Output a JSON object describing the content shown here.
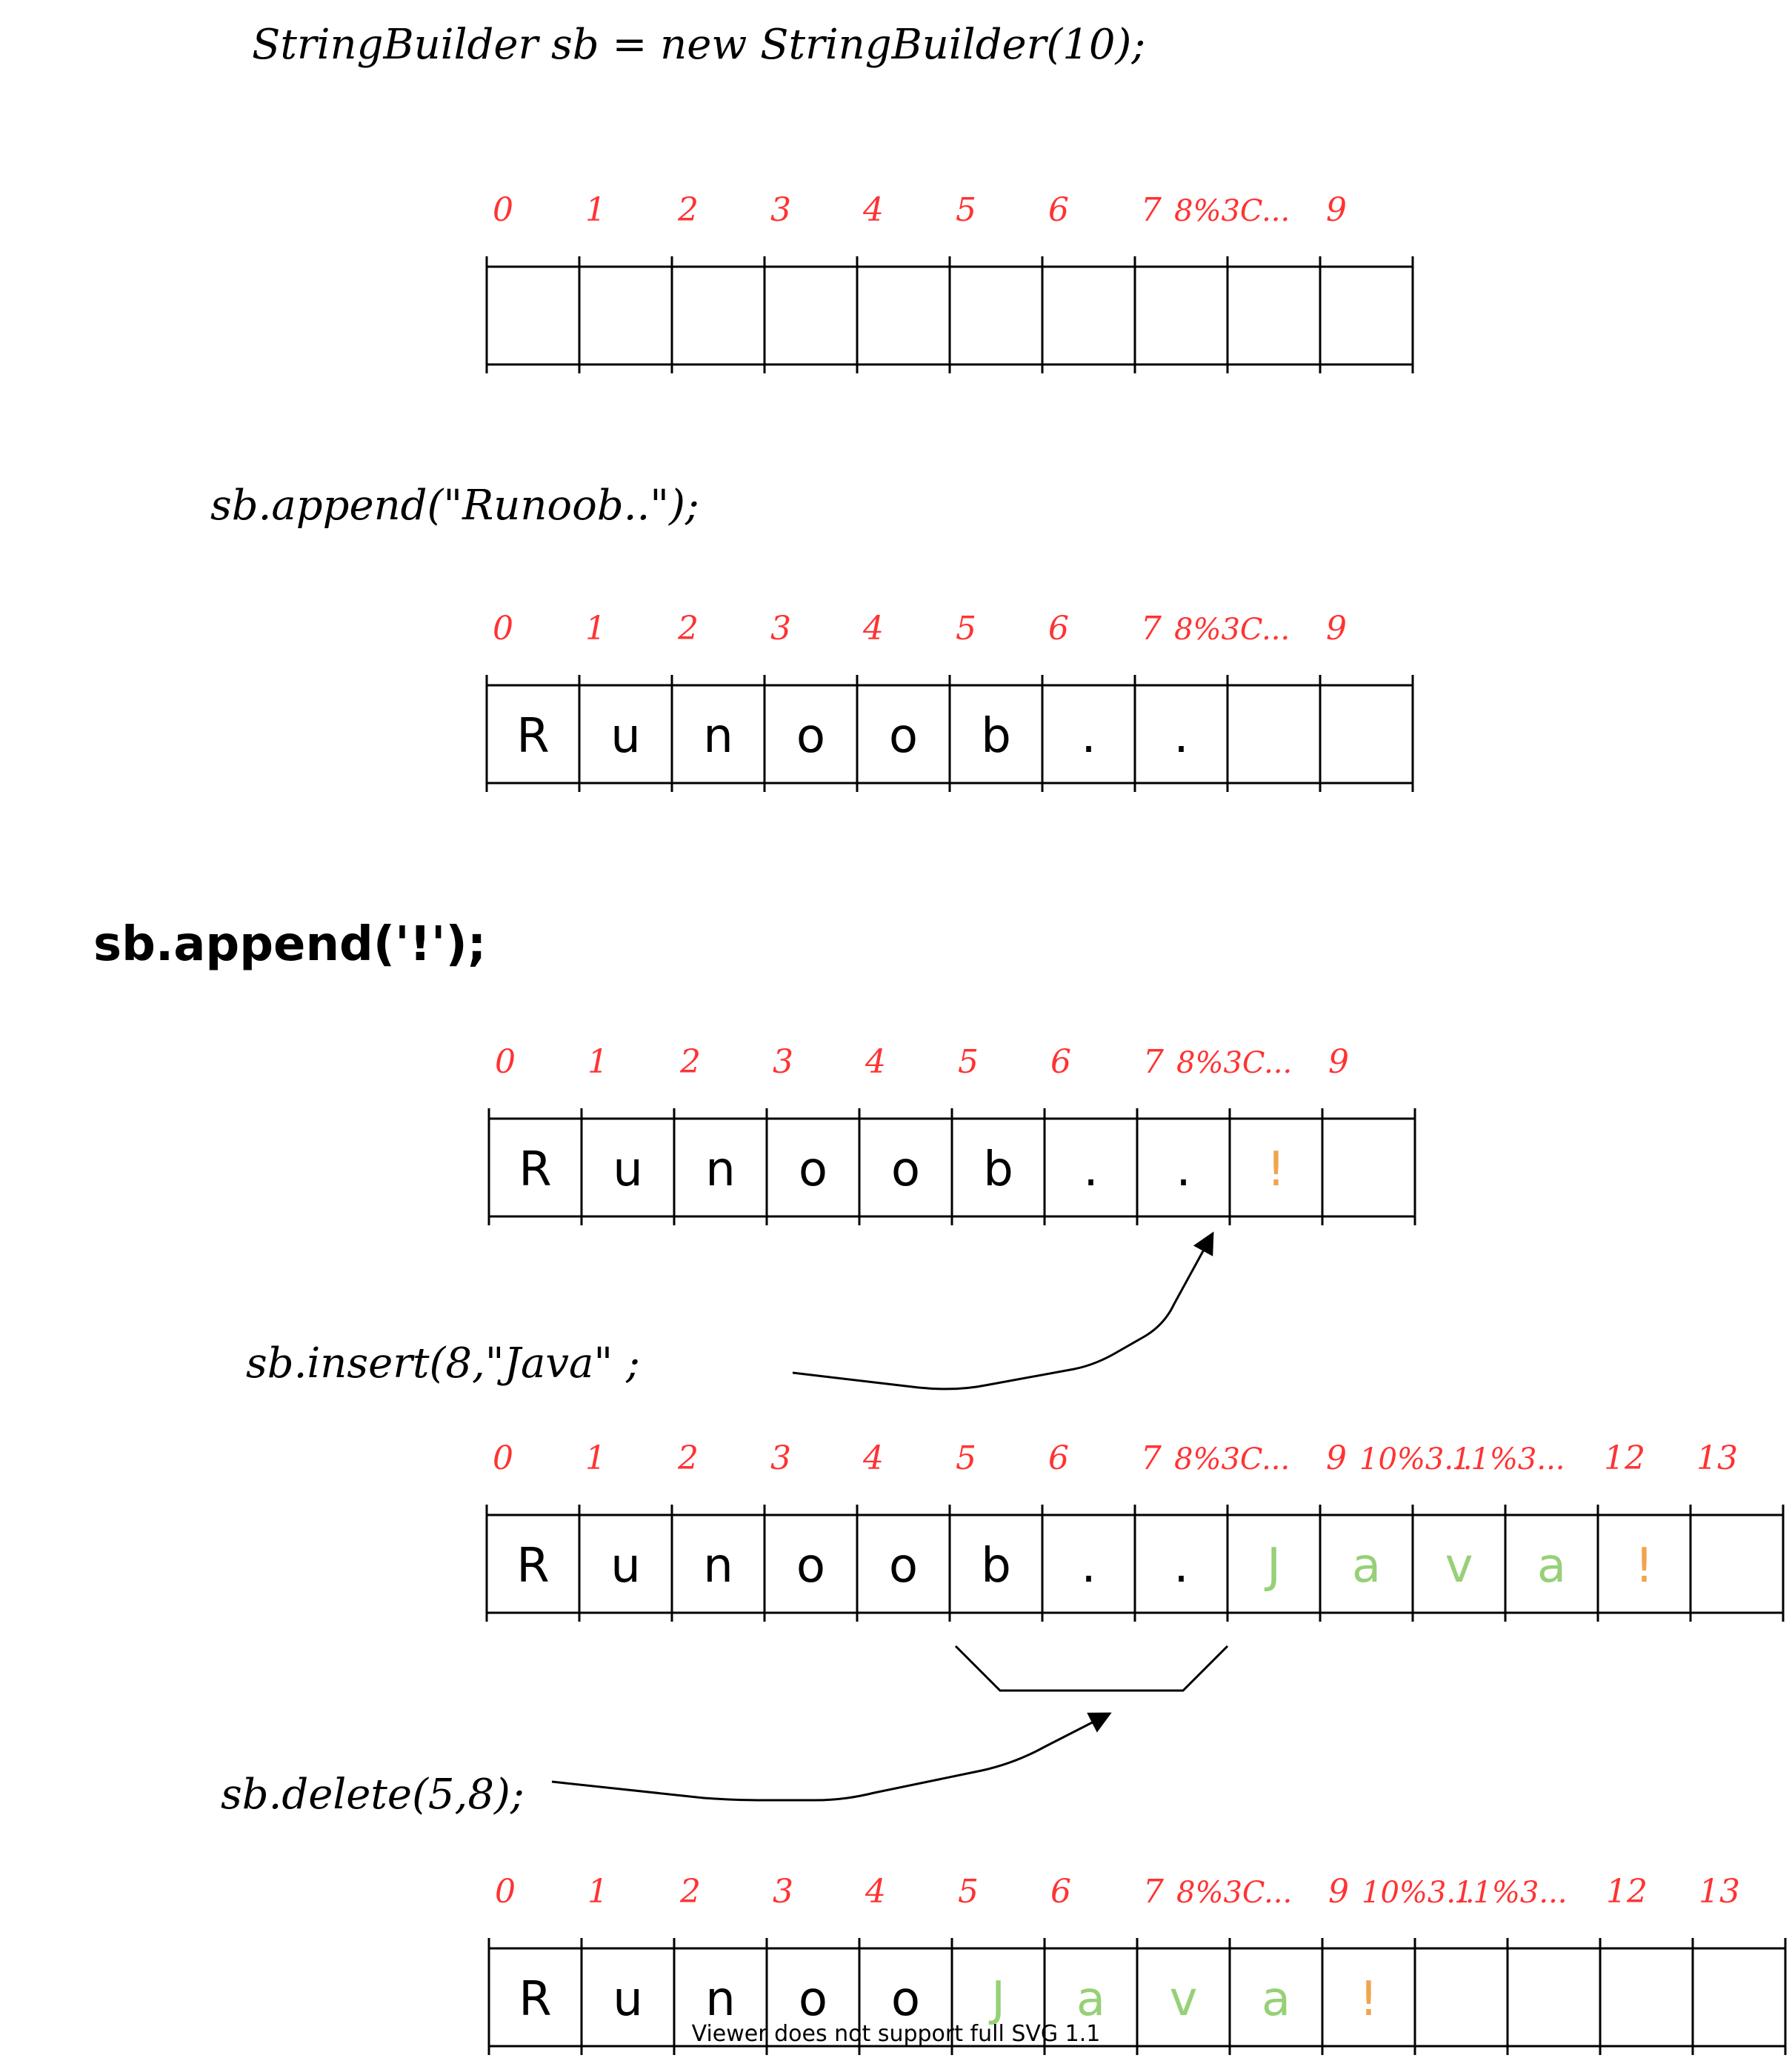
{
  "colors": {
    "index": "#ff3333",
    "line": "#000000",
    "cell_text": "#000000",
    "inserted": "#97d077",
    "exclaim": "#f0a44e"
  },
  "steps": [
    {
      "code": "StringBuilder sb = new StringBuilder(10);",
      "style": "italic",
      "indices": [
        "0",
        "1",
        "2",
        "3",
        "4",
        "5",
        "6",
        "7",
        "8%3C...",
        "9"
      ],
      "cells": [
        "",
        "",
        "",
        "",
        "",
        "",
        "",
        "",
        "",
        ""
      ],
      "cell_colors": [
        "d",
        "d",
        "d",
        "d",
        "d",
        "d",
        "d",
        "d",
        "d",
        "d"
      ]
    },
    {
      "code": "sb.append(\"Runoob..\");",
      "style": "italic",
      "indices": [
        "0",
        "1",
        "2",
        "3",
        "4",
        "5",
        "6",
        "7",
        "8%3C...",
        "9"
      ],
      "cells": [
        "R",
        "u",
        "n",
        "o",
        "o",
        "b",
        ".",
        ".",
        "",
        ""
      ],
      "cell_colors": [
        "d",
        "d",
        "d",
        "d",
        "d",
        "d",
        "d",
        "d",
        "d",
        "d"
      ]
    },
    {
      "code": "sb.append('!');",
      "style": "bold",
      "indices": [
        "0",
        "1",
        "2",
        "3",
        "4",
        "5",
        "6",
        "7",
        "8%3C...",
        "9"
      ],
      "cells": [
        "R",
        "u",
        "n",
        "o",
        "o",
        "b",
        ".",
        ".",
        "!",
        ""
      ],
      "cell_colors": [
        "d",
        "d",
        "d",
        "d",
        "d",
        "d",
        "d",
        "d",
        "e",
        "d"
      ]
    },
    {
      "code": "sb.insert(8,\"Java\" ;",
      "style": "italic",
      "indices": [
        "0",
        "1",
        "2",
        "3",
        "4",
        "5",
        "6",
        "7",
        "8%3C...",
        "9",
        "10%3...",
        "11%3...",
        "12",
        "13"
      ],
      "cells": [
        "R",
        "u",
        "n",
        "o",
        "o",
        "b",
        ".",
        ".",
        "J",
        "a",
        "v",
        "a",
        "!",
        ""
      ],
      "cell_colors": [
        "d",
        "d",
        "d",
        "d",
        "d",
        "d",
        "d",
        "d",
        "g",
        "g",
        "g",
        "g",
        "e",
        "d"
      ]
    },
    {
      "code": "sb.delete(5,8);",
      "style": "italic",
      "indices": [
        "0",
        "1",
        "2",
        "3",
        "4",
        "5",
        "6",
        "7",
        "8%3C...",
        "9",
        "10%3...",
        "11%3...",
        "12",
        "13"
      ],
      "cells": [
        "R",
        "u",
        "n",
        "o",
        "o",
        "J",
        "a",
        "v",
        "a",
        "!",
        "",
        "",
        "",
        ""
      ],
      "cell_colors": [
        "d",
        "d",
        "d",
        "d",
        "d",
        "g",
        "g",
        "g",
        "g",
        "e",
        "d",
        "d",
        "d",
        "d"
      ]
    }
  ],
  "footer": "Viewer does not support full SVG 1.1"
}
